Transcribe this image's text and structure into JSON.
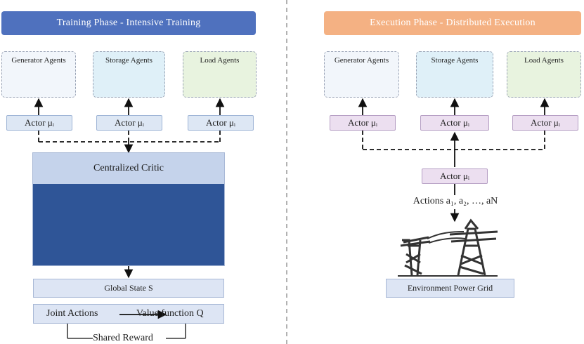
{
  "training": {
    "title": "Training Phase - Intensive Training",
    "agents": [
      {
        "label": "Generator Agents",
        "icon": "factory-icon"
      },
      {
        "label": "Storage Agents",
        "icon": "battery-icon"
      },
      {
        "label": "Load Agents",
        "icon": "house-icon"
      }
    ],
    "actor_label": "Actor μᵢ",
    "critic_title": "Centralized Critic",
    "global_state": "Global State S",
    "joint_actions": "Joint Actions",
    "value_function": "Value function Q",
    "shared_reward": "Shared Reward"
  },
  "execution": {
    "title": "Execution Phase - Distributed Execution",
    "agents": [
      {
        "label": "Generator Agents",
        "icon": "factory-icon"
      },
      {
        "label": "Storage Agents",
        "icon": "battery-icon"
      },
      {
        "label": "Load Agents",
        "icon": "house-icon"
      }
    ],
    "actor_label": "Actor μᵢ",
    "central_actor": "Actor μᵢ",
    "actions": "Actions a₁, a₂, …, aN",
    "environment": "Environment Power Grid"
  },
  "colors": {
    "training_title_bg": "#4f71be",
    "execution_title_bg": "#f4b183",
    "critic_panel": "#2f5597"
  }
}
